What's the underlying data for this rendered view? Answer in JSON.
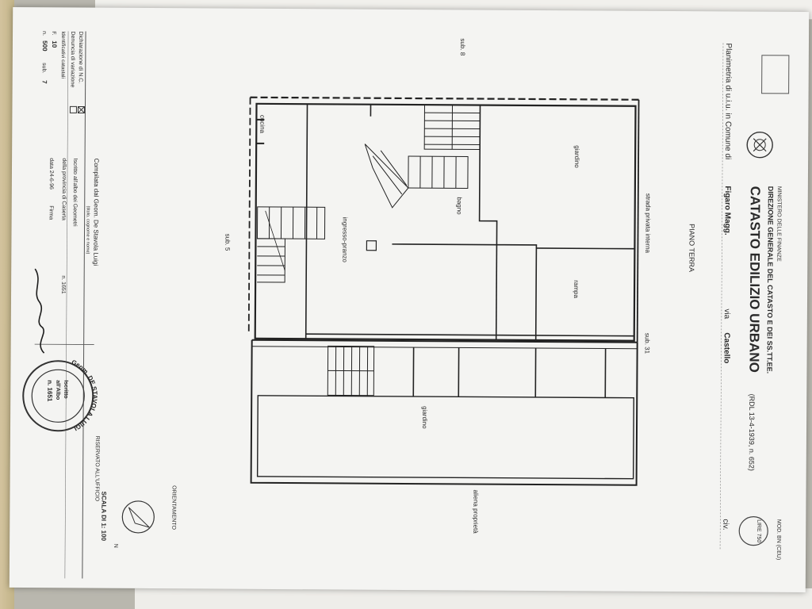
{
  "header": {
    "ministry": "MINISTERO DELLE FINANZE",
    "direction": "DIREZIONE GENERALE DEL CATASTO E DEI SS.TT.EE.",
    "title": "CATASTO EDILIZIO URBANO",
    "law_ref": "(RDL 13-4-1939, n. 652)",
    "stamp_fee": "LIRE 750",
    "model": "MOD. BN (CEU)",
    "subtitle_prefix": "Planimetria di u.i.u. in Comune di",
    "comune": "Figaro Magg.",
    "via_label": "via",
    "via_name": "Castello",
    "civ_label": "civ."
  },
  "plan": {
    "floor_label": "PIANO TERRA",
    "road": "strada privata interna",
    "sub_top": "sub. 31",
    "sub_left": "sub. 8",
    "sub_mid": "sub. 5",
    "rooms": {
      "giardino_1": "giardino",
      "giardino_2": "giardino",
      "rampa": "rampa",
      "ingresso": "ingresso-pranzo",
      "bagno": "bagno",
      "cucina": "cucina"
    },
    "neighbor": "aliena proprietà",
    "orientation": "ORIENTAMENTO",
    "north": "N",
    "scale": "SCALA DI 1: 100",
    "ufficio": "RISERVATO ALL'UFFICIO"
  },
  "form": {
    "dichiarazione": "Dichiarazione di N.C.",
    "denuncia": "Denuncia di variazione",
    "identificativi": "Identificativi catastali",
    "foglio_label": "F.",
    "foglio": "10",
    "numero_label": "n.",
    "numero": "500",
    "sub_label": "sub.",
    "sub": "7",
    "compilata": "Compilata dal Geom. De Stavola Luigi",
    "compilata_note": "(titolo, cognome e nome)",
    "iscritto": "Iscritto all'albo dei Geometri",
    "provincia": "della provincia di Caserta",
    "albo_num": "n. 1651",
    "data": "data 24-6-96",
    "firma": "Firma"
  },
  "seal": {
    "ring": "Geom. DE STAVOLA LUIGI",
    "center1": "Iscritto",
    "center2": "all'Albo",
    "center3": "n. 1651"
  },
  "margin_top": "RISERVATO ALL'UFFICIO"
}
